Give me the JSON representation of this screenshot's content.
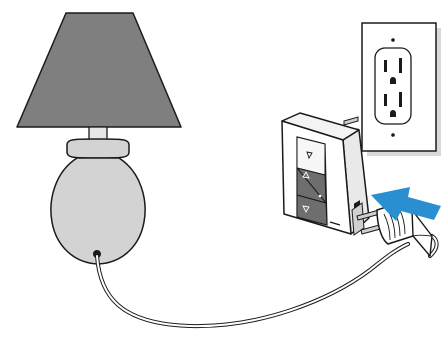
{
  "diagram": {
    "description_items": [
      "lamp",
      "lamp-shade",
      "lamp-base",
      "lamp-cord",
      "wall-outlet",
      "plug-in-dimmer-module",
      "lamp-plug",
      "insert-arrow"
    ]
  },
  "colors": {
    "shade": "#7f7f7f",
    "base": "#d3d3d3",
    "neck": "#e6e6e6",
    "module_body": "#ffffff",
    "module_side": "#e9e9e9",
    "module_panel": "#6e6e6e",
    "outline": "#1a1a1a",
    "arrow": "#2a8fd0",
    "outlet_plate": "#ffffff",
    "wall_shadow": "#d9d9d9"
  },
  "icons": {
    "arrow": "right-pointing-arrow-icon",
    "plug": "two-prong-plug-icon"
  }
}
